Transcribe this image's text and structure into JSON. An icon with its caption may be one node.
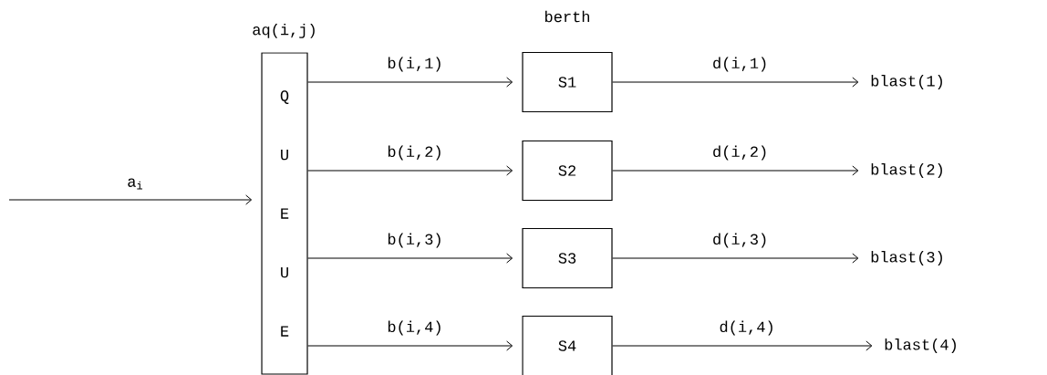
{
  "diagram": {
    "nodes": [
      {
        "text": [
          "aq(i,j)",
          "Q U E U E"
        ]
      },
      {
        "text": [
          "S1"
        ]
      },
      {
        "text": [
          "S2"
        ]
      },
      {
        "text": [
          "S3"
        ]
      },
      {
        "text": [
          "S4"
        ]
      },
      {
        "text": [
          "blast(1)"
        ]
      },
      {
        "text": [
          "blast(2)"
        ]
      },
      {
        "text": [
          "blast(3)"
        ]
      },
      {
        "text": [
          "blast(4)"
        ]
      }
    ],
    "edges": [
      {
        "from": null,
        "to": 0,
        "arrow": "to",
        "label": "a$_{i}$"
      },
      {
        "from": 0,
        "to": 1,
        "arrow": "to",
        "label": "b(i,1)"
      },
      {
        "from": 0,
        "to": 2,
        "arrow": "to",
        "label": "b(i,2)"
      },
      {
        "from": 0,
        "to": 3,
        "arrow": "to",
        "label": "b(i,3)"
      },
      {
        "from": 0,
        "to": 4,
        "arrow": "to",
        "label": "b(i,4)"
      },
      {
        "from": 1,
        "to": 5,
        "arrow": "to",
        "label": "d(i,1)"
      },
      {
        "from": 2,
        "to": 6,
        "arrow": "to",
        "label": "d(i,2)"
      },
      {
        "from": 3,
        "to": 7,
        "arrow": "to",
        "label": "d(i,3)"
      },
      {
        "from": 4,
        "to": 8,
        "arrow": "to",
        "label": "d(i,4)"
      }
    ],
    "labels": [
      "berth"
    ]
  }
}
